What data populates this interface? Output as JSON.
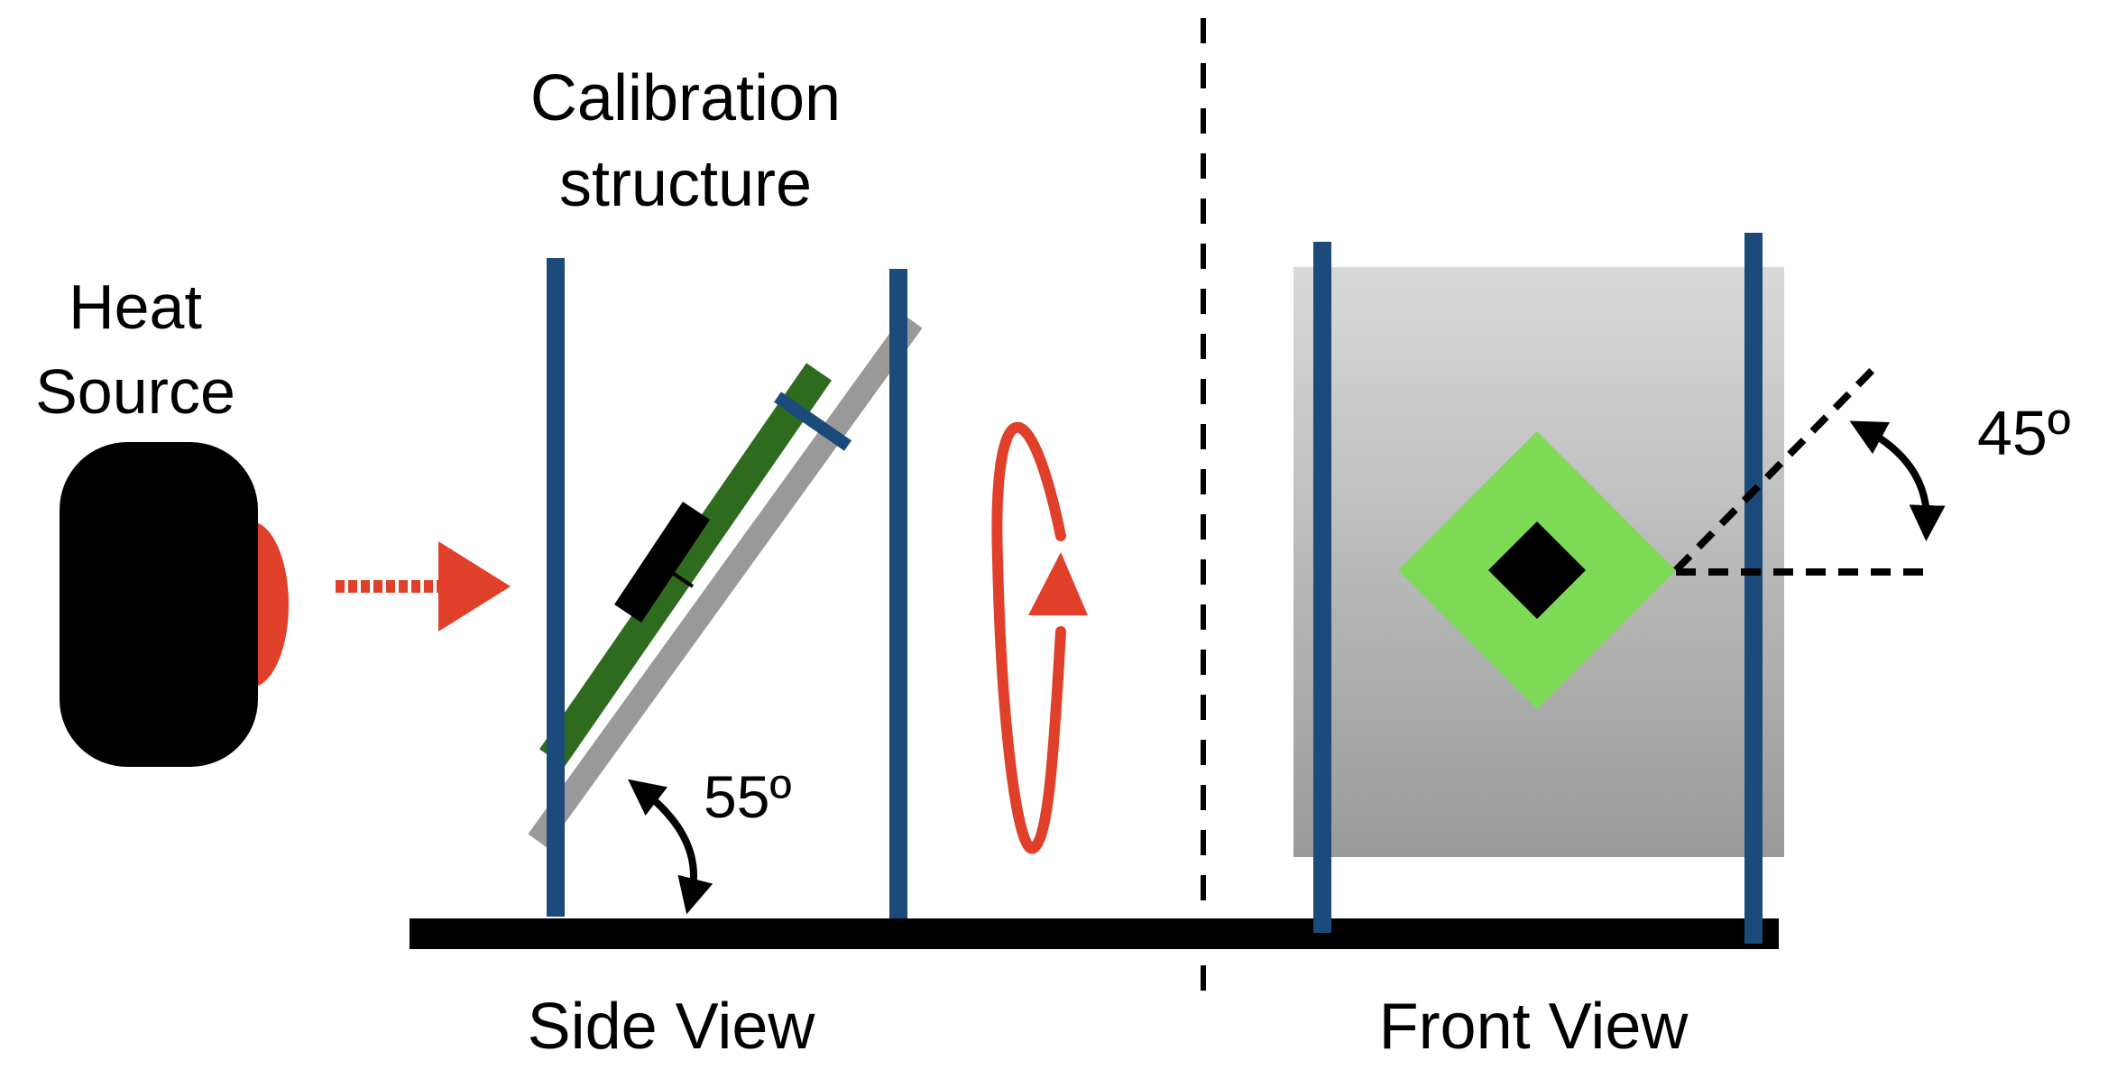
{
  "labels": {
    "heat_source_line1": "Heat",
    "heat_source_line2": "Source",
    "calibration_line1": "Calibration",
    "calibration_line2": "structure",
    "angle_side": "55º",
    "angle_front": "45º",
    "side_view": "Side View",
    "front_view": "Front View"
  },
  "colors": {
    "post_blue": "#1c4a7a",
    "board_green": "#2e6b1f",
    "plate_gray": "#999999",
    "heat_red": "#e0402a",
    "target_green": "#7ed957",
    "ink": "#000000"
  },
  "angles": {
    "side_tilt_deg": 55,
    "front_rotation_deg": 45
  }
}
